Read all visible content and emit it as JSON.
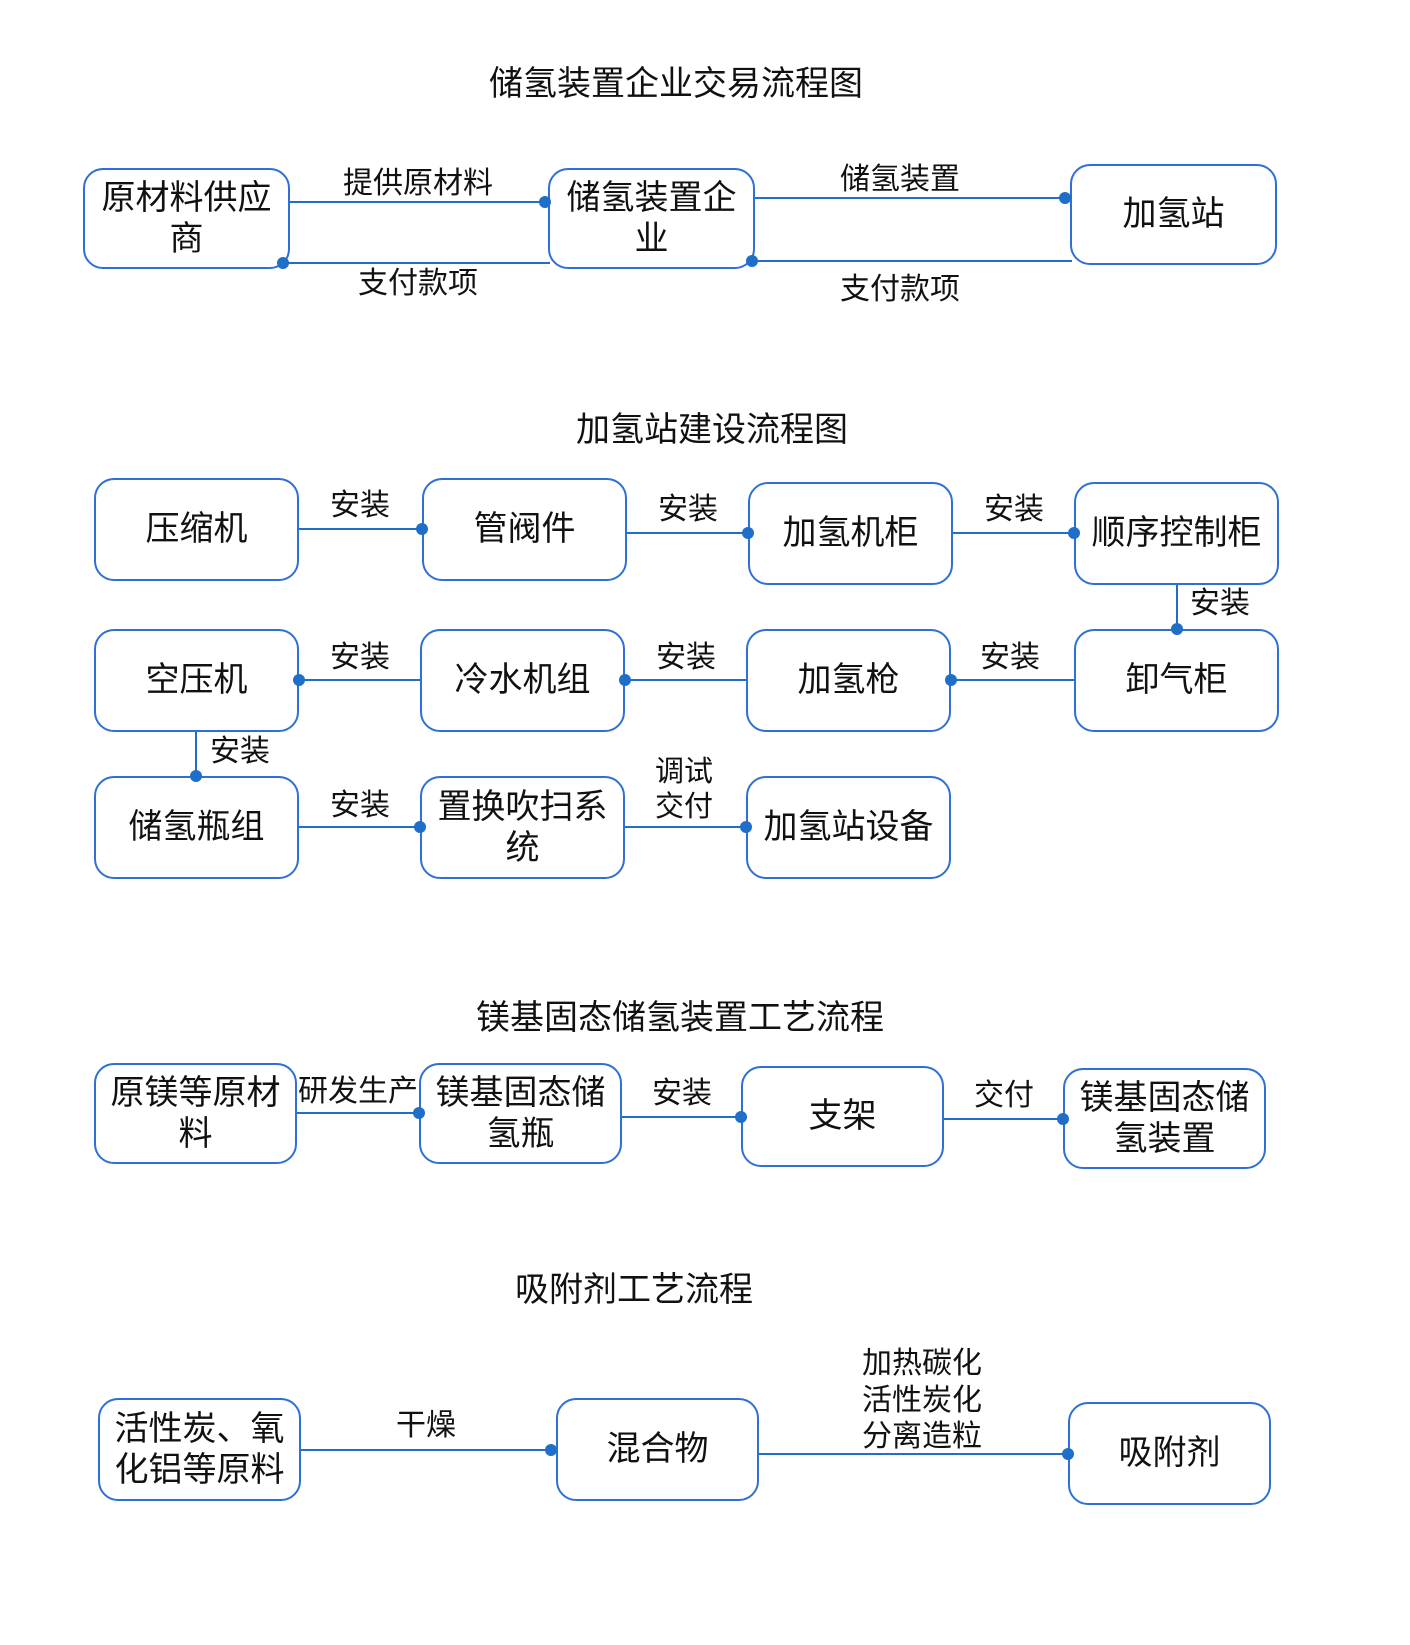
{
  "diagrams": [
    {
      "title": "储氢装置企业交易流程图",
      "nodes": [
        "原材料供应商",
        "储氢装置企业",
        "加氢站"
      ],
      "edges": [
        {
          "label": "提供原材料"
        },
        {
          "label": "支付款项"
        },
        {
          "label": "储氢装置"
        },
        {
          "label": "支付款项"
        }
      ]
    },
    {
      "title": "加氢站建设流程图",
      "nodes": [
        "压缩机",
        "管阀件",
        "加氢机柜",
        "顺序控制柜",
        "空压机",
        "冷水机组",
        "加氢枪",
        "卸气柜",
        "储氢瓶组",
        "置换吹扫系统",
        "加氢站设备"
      ],
      "edges": [
        {
          "label": "安装"
        },
        {
          "label": "安装"
        },
        {
          "label": "安装"
        },
        {
          "label": "安装"
        },
        {
          "label": "安装"
        },
        {
          "label": "安装"
        },
        {
          "label": "安装"
        },
        {
          "label": "安装"
        },
        {
          "label": "安装"
        },
        {
          "label": "调试\n交付"
        }
      ]
    },
    {
      "title": "镁基固态储氢装置工艺流程",
      "nodes": [
        "原镁等原材料",
        "镁基固态储氢瓶",
        "支架",
        "镁基固态储氢装置"
      ],
      "edges": [
        {
          "label": "研发生产"
        },
        {
          "label": "安装"
        },
        {
          "label": "交付"
        }
      ]
    },
    {
      "title": "吸附剂工艺流程",
      "nodes": [
        "活性炭、氧化铝等原料",
        "混合物",
        "吸附剂"
      ],
      "edges": [
        {
          "label": "干燥"
        },
        {
          "label": "加热碳化\n活性炭化\n分离造粒"
        }
      ]
    }
  ],
  "colors": {
    "line": "#1f6fc9",
    "border": "#2f6fd6"
  }
}
